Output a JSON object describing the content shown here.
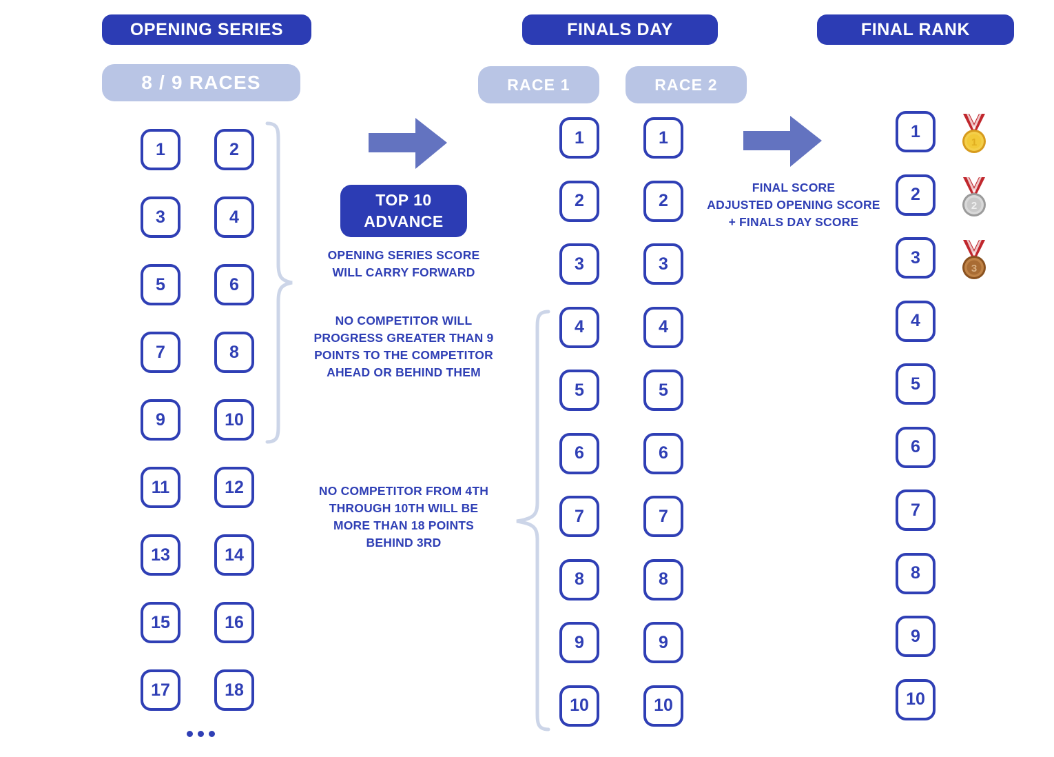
{
  "colors": {
    "brand_dark_blue": "#2c3cb4",
    "brand_blue": "#2f3fb5",
    "light_periwinkle": "#b9c5e5",
    "arrow_blue": "#6373c0",
    "brace_grey_blue": "#ccd5e8",
    "gold": "#e8b424",
    "silver": "#c0c0c0",
    "bronze": "#a0642b",
    "ribbon_red": "#c0272d",
    "background": "#ffffff"
  },
  "columns": {
    "opening_series": {
      "header": "OPENING SERIES",
      "subheader": "8 / 9  RACES",
      "left_numbers": [
        "1",
        "3",
        "5",
        "7",
        "9",
        "11",
        "13",
        "15",
        "17"
      ],
      "right_numbers": [
        "2",
        "4",
        "6",
        "8",
        "10",
        "12",
        "14",
        "16",
        "18"
      ],
      "continuation": "•••"
    },
    "finals_day": {
      "header": "FINALS DAY",
      "races": [
        {
          "label": "RACE 1",
          "numbers": [
            "1",
            "2",
            "3",
            "4",
            "5",
            "6",
            "7",
            "8",
            "9",
            "10"
          ]
        },
        {
          "label": "RACE 2",
          "numbers": [
            "1",
            "2",
            "3",
            "4",
            "5",
            "6",
            "7",
            "8",
            "9",
            "10"
          ]
        }
      ]
    },
    "final_rank": {
      "header": "FINAL RANK",
      "numbers": [
        "1",
        "2",
        "3",
        "4",
        "5",
        "6",
        "7",
        "8",
        "9",
        "10"
      ],
      "medals": [
        {
          "place": "1",
          "type": "gold-medal-icon"
        },
        {
          "place": "2",
          "type": "silver-medal-icon"
        },
        {
          "place": "3",
          "type": "bronze-medal-icon"
        }
      ]
    }
  },
  "middle": {
    "advance_badge": {
      "line1": "TOP 10",
      "line2": "ADVANCE"
    },
    "note_carry_forward": "OPENING SERIES SCORE\nWILL CARRY FORWARD",
    "note_nine_points": "NO COMPETITOR WILL\nPROGRESS GREATER THAN 9\nPOINTS TO THE COMPETITOR\nAHEAD OR BEHIND THEM",
    "note_eighteen_points": "NO COMPETITOR FROM 4TH\nTHROUGH 10TH WILL BE\nMORE THAN 18 POINTS\nBEHIND 3RD"
  },
  "right": {
    "note_final_score": "FINAL SCORE\nADJUSTED OPENING SCORE\n+ FINALS DAY SCORE"
  },
  "icons": {
    "arrow_advance": "right-arrow-icon",
    "arrow_final": "right-arrow-icon",
    "brace_top10": "right-curly-brace-icon",
    "brace_finals": "left-curly-brace-icon"
  }
}
